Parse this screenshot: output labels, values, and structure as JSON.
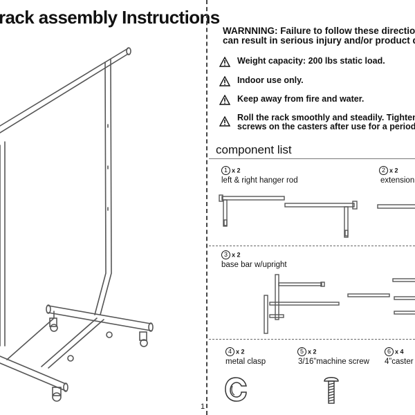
{
  "title": "rack assembly Instructions",
  "warning": {
    "line1": "WARNNING: Failure to follow these direction",
    "line2": "can result in serious injury and/or product d"
  },
  "warnings": [
    {
      "icon": "warning-triangle-icon",
      "lines": [
        "Weight capacity: 200 lbs static load."
      ]
    },
    {
      "icon": "warning-triangle-icon",
      "lines": [
        "Indoor use only."
      ]
    },
    {
      "icon": "warning-triangle-icon",
      "lines": [
        "Keep away from fire and water."
      ]
    },
    {
      "icon": "warning-triangle-icon",
      "lines": [
        "Roll the rack smoothly and steadily. Tighten the",
        "screws on the casters after use for a period of ti"
      ]
    }
  ],
  "component_list": {
    "title": "component list",
    "components": [
      {
        "num": "1",
        "qty": "x 2",
        "label": "left & right hanger rod"
      },
      {
        "num": "2",
        "qty": "x 2",
        "label": "extension"
      },
      {
        "num": "3",
        "qty": "x 2",
        "label": "base bar w/upright"
      },
      {
        "num": "4",
        "qty": "x 2",
        "label": "metal clasp"
      },
      {
        "num": "5",
        "qty": "x 2",
        "label": "3/16”machine screw"
      },
      {
        "num": "6",
        "qty": "x 4",
        "label": "4”caster"
      }
    ]
  },
  "page_number": "1",
  "colors": {
    "ink": "#111111",
    "divider": "#444444",
    "illustration": "#555555"
  }
}
